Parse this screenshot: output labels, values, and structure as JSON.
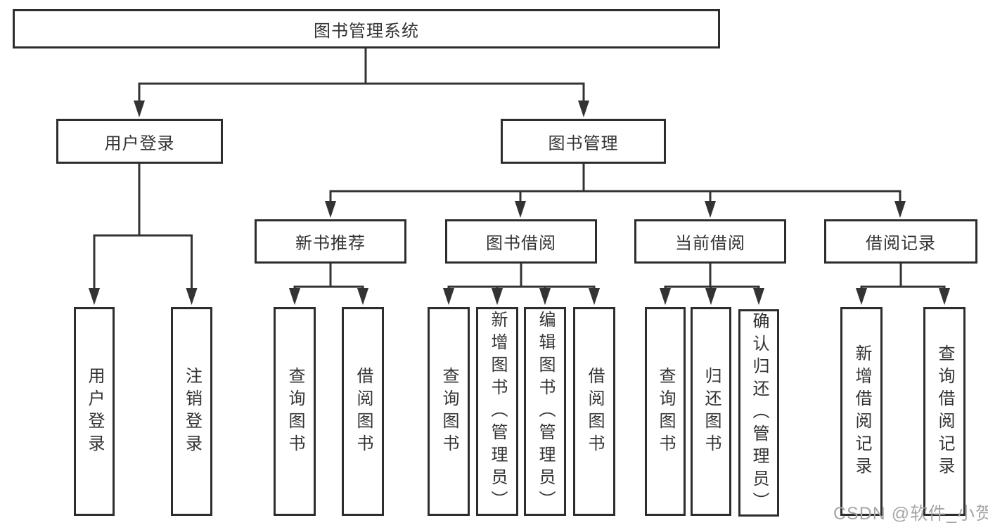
{
  "tree": {
    "label": "图书管理系统",
    "children": [
      {
        "label": "用户登录",
        "children": [
          {
            "label": "用户登录"
          },
          {
            "label": "注销登录"
          }
        ]
      },
      {
        "label": "图书管理",
        "children": [
          {
            "label": "新书推荐",
            "children": [
              {
                "label": "查询图书"
              },
              {
                "label": "借阅图书"
              }
            ]
          },
          {
            "label": "图书借阅",
            "children": [
              {
                "label": "查询图书"
              },
              {
                "label": "新增图书（管理员）"
              },
              {
                "label": "编辑图书（管理员）"
              },
              {
                "label": "借阅图书"
              }
            ]
          },
          {
            "label": "当前借阅",
            "children": [
              {
                "label": "查询图书"
              },
              {
                "label": "归还图书"
              },
              {
                "label": "确认归还（管理员）"
              }
            ]
          },
          {
            "label": "借阅记录",
            "children": [
              {
                "label": "新增借阅记录"
              },
              {
                "label": "查询借阅记录"
              }
            ]
          }
        ]
      }
    ]
  },
  "watermark": {
    "text": "CSDN @软件_小贺同学"
  },
  "colors": {
    "line": "#333333",
    "box_border": "#2d2d2d",
    "text": "#333333",
    "background": "#ffffff",
    "watermark_text": "#a6a6a6"
  }
}
